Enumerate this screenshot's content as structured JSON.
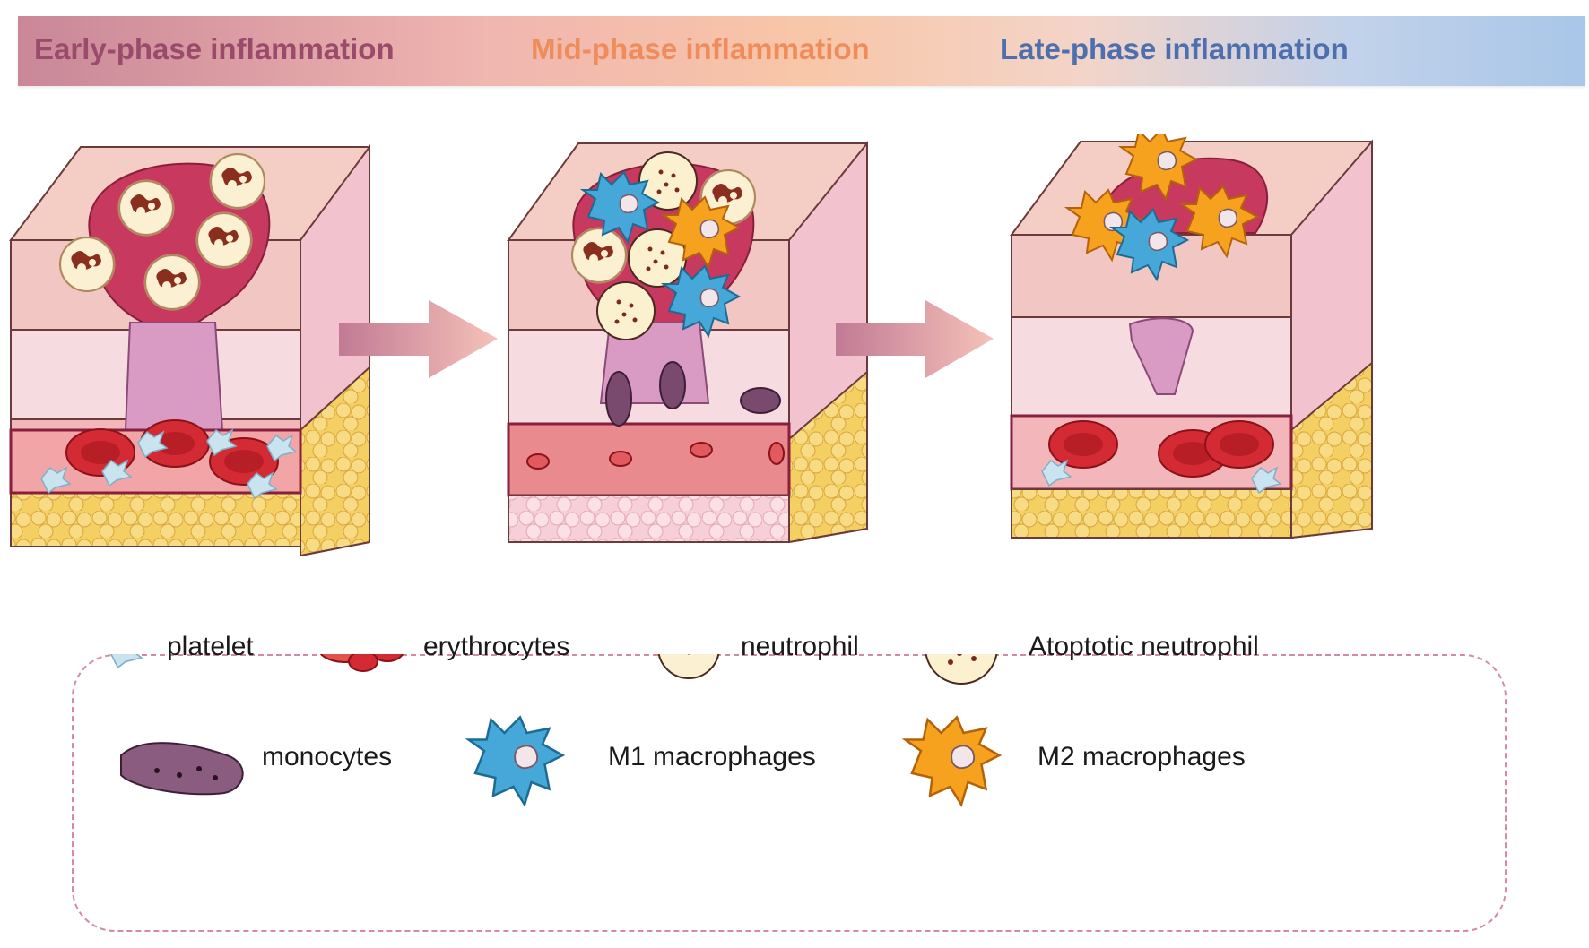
{
  "banner": {
    "phases": [
      {
        "label": "Early-phase inflammation",
        "color": "#9a4a6a"
      },
      {
        "label": "Mid-phase inflammation",
        "color": "#f08b5a"
      },
      {
        "label": "Late-phase inflammation",
        "color": "#4d6fae"
      }
    ]
  },
  "legend": {
    "items": [
      {
        "label": "platelet",
        "icon": "platelet-icon"
      },
      {
        "label": "erythrocytes",
        "icon": "erythrocytes-icon"
      },
      {
        "label": "neutrophil",
        "icon": "neutrophil-icon"
      },
      {
        "label": "Atoptotic neutrophil",
        "icon": "apoptotic-neutrophil-icon"
      },
      {
        "label": "monocytes",
        "icon": "monocyte-icon"
      },
      {
        "label": "M1 macrophages",
        "icon": "m1-macrophage-icon"
      },
      {
        "label": "M2 macrophages",
        "icon": "m2-macrophage-icon"
      }
    ]
  },
  "colors": {
    "skin": "#f2c7c3",
    "dermis": "#f6dbe0",
    "wound": "#c8395f",
    "fat": "#f4cf62",
    "vessel": "#e57f88",
    "erythrocyte": "#d42a33",
    "m1": "#46a8d8",
    "m2": "#f6a21e",
    "platelet": "#c9e3ef"
  }
}
